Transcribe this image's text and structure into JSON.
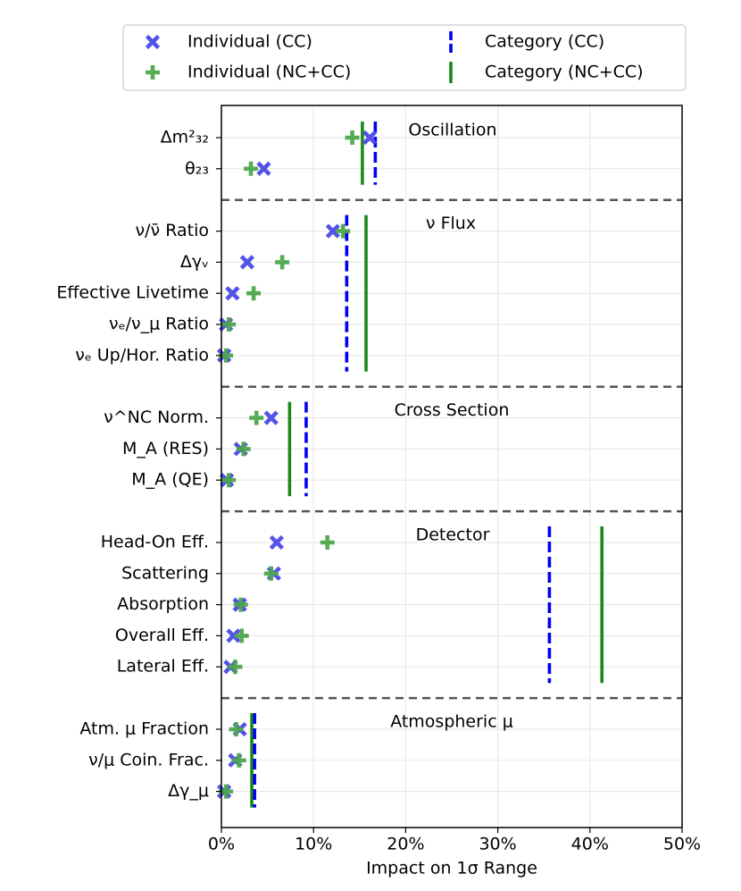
{
  "chart_data": {
    "type": "scatter",
    "xlabel": "Impact on 1σ Range",
    "xlim": [
      0,
      50
    ],
    "xticks": [
      {
        "value": 0,
        "label": "0%"
      },
      {
        "value": 10,
        "label": "10%"
      },
      {
        "value": 20,
        "label": "20%"
      },
      {
        "value": 30,
        "label": "30%"
      },
      {
        "value": 40,
        "label": "40%"
      },
      {
        "value": 50,
        "label": "50%"
      }
    ],
    "grid": true,
    "legend_position": "top",
    "legend": [
      {
        "label": "Individual (CC)",
        "marker": "x",
        "color": "#4a4ae6"
      },
      {
        "label": "Category (CC)",
        "marker": "dashed-vline",
        "color": "#0000ee"
      },
      {
        "label": "Individual (NC+CC)",
        "marker": "plus",
        "color": "#4da64d"
      },
      {
        "label": "Category (NC+CC)",
        "marker": "solid-vline",
        "color": "#1a8a1a"
      }
    ],
    "colors": {
      "cc_marker": "#4a4ae6",
      "nccc_marker": "#4da64d",
      "cc_line": "#0000ee",
      "nccc_line": "#1a8a1a",
      "separator": "#555555",
      "grid": "#e6e6e6"
    },
    "groups": [
      {
        "name": "Oscillation",
        "category_cc": 16.7,
        "category_nccc": 15.3,
        "parameters": [
          {
            "label": "Δm²₃₂",
            "cc": 16.1,
            "nccc": 14.2
          },
          {
            "label": "θ₂₃",
            "cc": 4.6,
            "nccc": 3.2
          }
        ]
      },
      {
        "name": "ν Flux",
        "category_cc": 13.6,
        "category_nccc": 15.7,
        "parameters": [
          {
            "label": "ν/ν̄ Ratio",
            "cc": 12.1,
            "nccc": 13.2
          },
          {
            "label": "Δγᵥ",
            "cc": 2.8,
            "nccc": 6.6
          },
          {
            "label": "Effective Livetime",
            "cc": 1.2,
            "nccc": 3.5
          },
          {
            "label": "νₑ/ν_μ Ratio",
            "cc": 0.5,
            "nccc": 0.8
          },
          {
            "label": "νₑ Up/Hor. Ratio",
            "cc": 0.3,
            "nccc": 0.5
          }
        ]
      },
      {
        "name": "Cross Section",
        "category_cc": 9.2,
        "category_nccc": 7.4,
        "parameters": [
          {
            "label": "ν^NC Norm.",
            "cc": 5.4,
            "nccc": 3.8
          },
          {
            "label": "M_A (RES)",
            "cc": 2.1,
            "nccc": 2.4
          },
          {
            "label": "M_A (QE)",
            "cc": 0.6,
            "nccc": 0.8
          }
        ]
      },
      {
        "name": "Detector",
        "category_cc": 35.6,
        "category_nccc": 41.3,
        "parameters": [
          {
            "label": "Head-On Eff.",
            "cc": 6.0,
            "nccc": 11.5
          },
          {
            "label": "Scattering",
            "cc": 5.7,
            "nccc": 5.4
          },
          {
            "label": "Absorption",
            "cc": 2.0,
            "nccc": 2.1
          },
          {
            "label": "Overall Eff.",
            "cc": 1.3,
            "nccc": 2.2
          },
          {
            "label": "Lateral Eff.",
            "cc": 1.0,
            "nccc": 1.5
          }
        ]
      },
      {
        "name": "Atmospheric μ",
        "category_cc": 3.6,
        "category_nccc": 3.3,
        "parameters": [
          {
            "label": "Atm. μ Fraction",
            "cc": 2.0,
            "nccc": 1.6
          },
          {
            "label": "ν/μ Coin. Frac.",
            "cc": 1.5,
            "nccc": 1.9
          },
          {
            "label": "Δγ_μ",
            "cc": 0.3,
            "nccc": 0.5
          }
        ]
      }
    ]
  }
}
